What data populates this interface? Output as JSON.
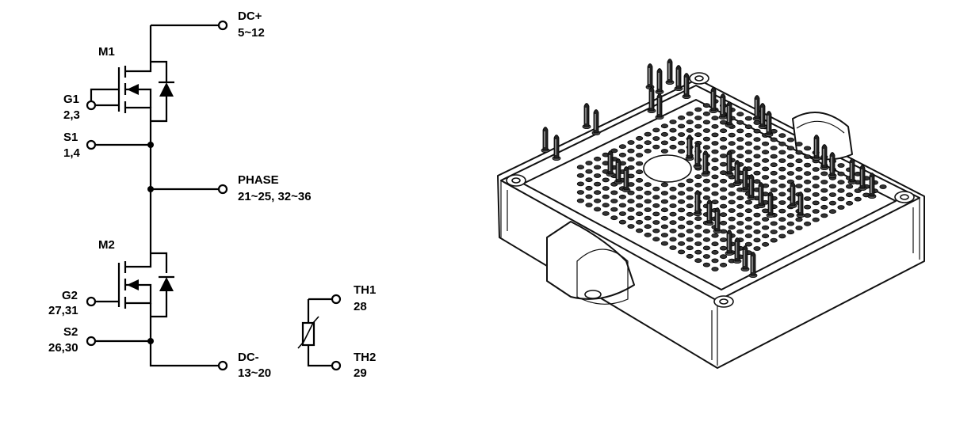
{
  "schematic": {
    "dc_plus": {
      "name": "DC+",
      "pins": "5~12"
    },
    "m1": {
      "name": "M1"
    },
    "g1": {
      "name": "G1",
      "pins": "2,3"
    },
    "s1": {
      "name": "S1",
      "pins": "1,4"
    },
    "phase": {
      "name": "PHASE",
      "pins": "21~25, 32~36"
    },
    "m2": {
      "name": "M2"
    },
    "g2": {
      "name": "G2",
      "pins": "27,31"
    },
    "s2": {
      "name": "S2",
      "pins": "26,30"
    },
    "dc_minus": {
      "name": "DC-",
      "pins": "13~20"
    },
    "th1": {
      "name": "TH1",
      "pins": "28"
    },
    "th2": {
      "name": "TH2",
      "pins": "29"
    }
  }
}
